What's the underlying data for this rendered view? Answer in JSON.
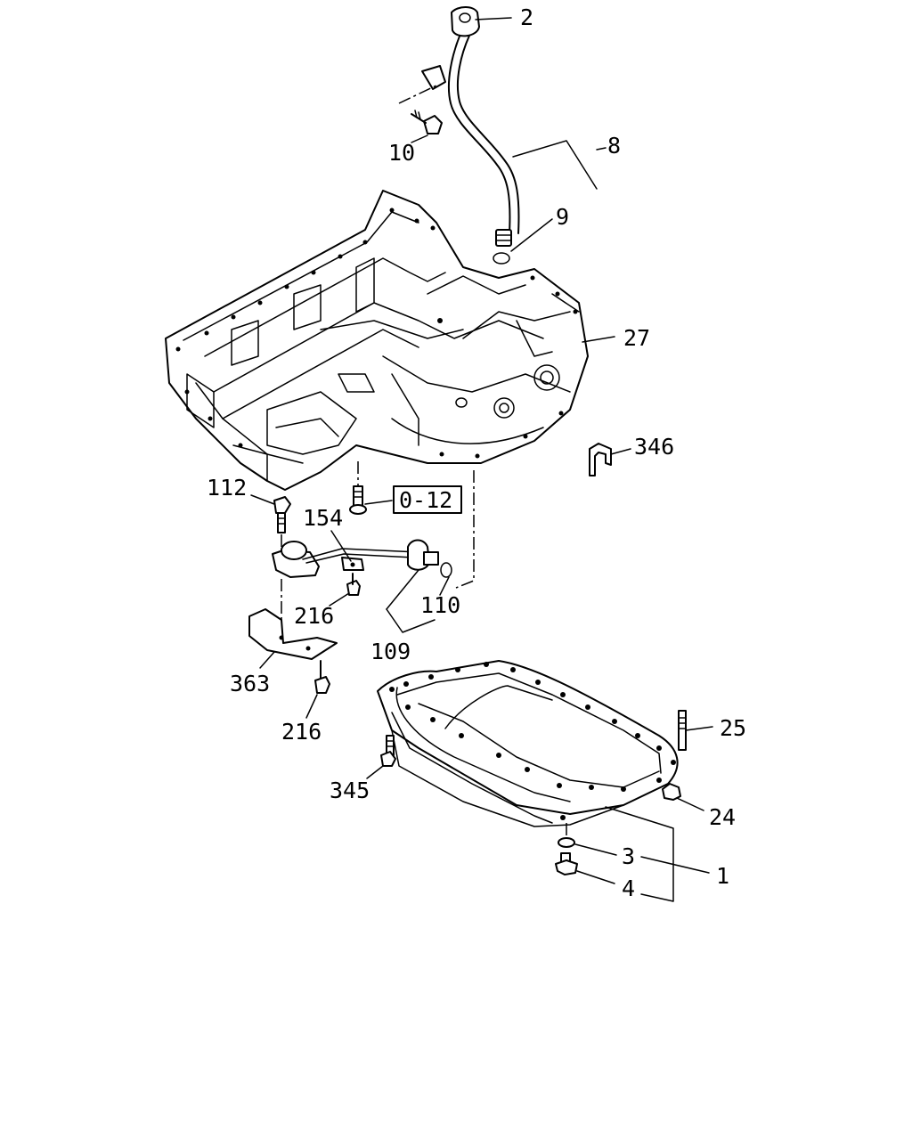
{
  "callouts": [
    {
      "id": "c2",
      "text": "2"
    },
    {
      "id": "c8",
      "text": "8"
    },
    {
      "id": "c9",
      "text": "9"
    },
    {
      "id": "c10",
      "text": "10"
    },
    {
      "id": "c27",
      "text": "27"
    },
    {
      "id": "c346",
      "text": "346"
    },
    {
      "id": "c112",
      "text": "112"
    },
    {
      "id": "c154",
      "text": "154"
    },
    {
      "id": "c012",
      "text": "0-12"
    },
    {
      "id": "c216a",
      "text": "216"
    },
    {
      "id": "c110",
      "text": "110"
    },
    {
      "id": "c109",
      "text": "109"
    },
    {
      "id": "c363",
      "text": "363"
    },
    {
      "id": "c216b",
      "text": "216"
    },
    {
      "id": "c25",
      "text": "25"
    },
    {
      "id": "c345",
      "text": "345"
    },
    {
      "id": "c24",
      "text": "24"
    },
    {
      "id": "c3",
      "text": "3"
    },
    {
      "id": "c1",
      "text": "1"
    },
    {
      "id": "c4",
      "text": "4"
    }
  ]
}
